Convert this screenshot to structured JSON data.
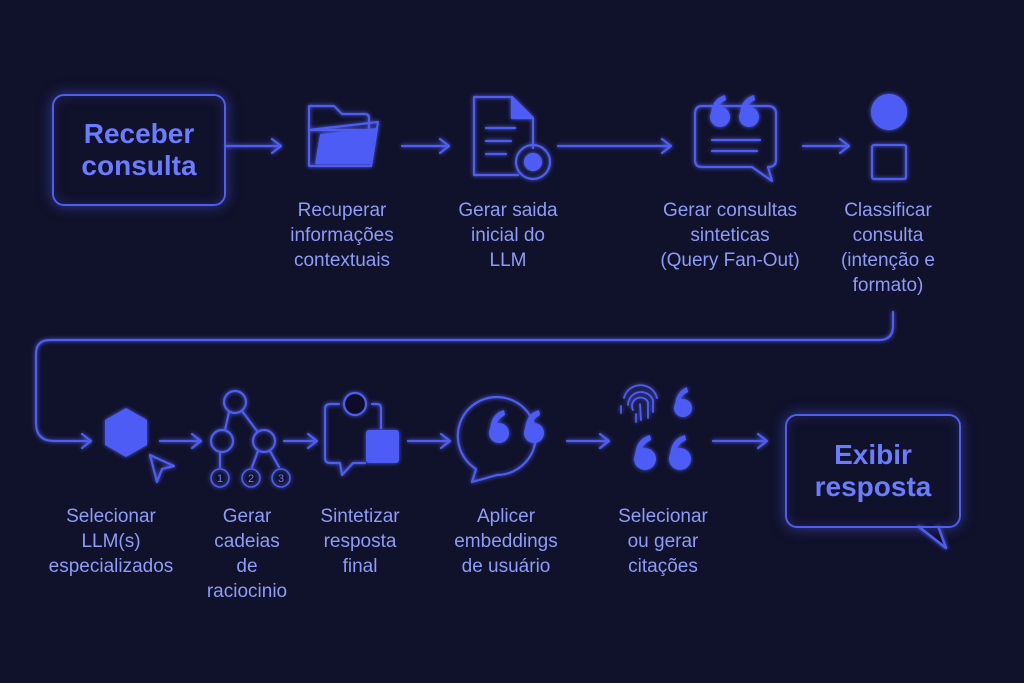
{
  "colors": {
    "background": "#10112a",
    "accent": "#4f5df0",
    "accent_fill": "#4d5cf5",
    "text": "#8f9bf7"
  },
  "nodes": {
    "start": "Receber\nconsulta",
    "retrieve": "Recuperar\ninformações\ncontextuais",
    "initial_output": "Gerar saida\ninicial do\nLLM",
    "synthetic_queries": "Gerar consultas\nsinteticas\n(Query Fan-Out)",
    "classify": "Classificar\nconsulta\n(intenção e\nformato)",
    "select_llm": "Selecionar\nLLM(s)\nespecializados",
    "reasoning_chains": "Gerar\ncadeias\nde\nraciocinio",
    "synthesize": "Sintetizar\nresposta\nfinal",
    "embeddings": "Aplicer\nembeddings\nde usuário",
    "citations": "Selecionar\nou gerar\ncitações",
    "end": "Exibir\nresposta"
  },
  "chain_steps": [
    "1",
    "2",
    "3"
  ],
  "icons": {
    "retrieve": "folder-icon",
    "initial_output": "document-gear-icon",
    "synthetic_queries": "quote-speech-bubble-icon",
    "classify": "circle-square-icon",
    "select_llm": "hexagon-cursor-icon",
    "reasoning_chains": "tree-icon",
    "synthesize": "chat-square-icon",
    "embeddings": "quote-bubble-icon",
    "citations": "fingerprint-quote-icon"
  }
}
